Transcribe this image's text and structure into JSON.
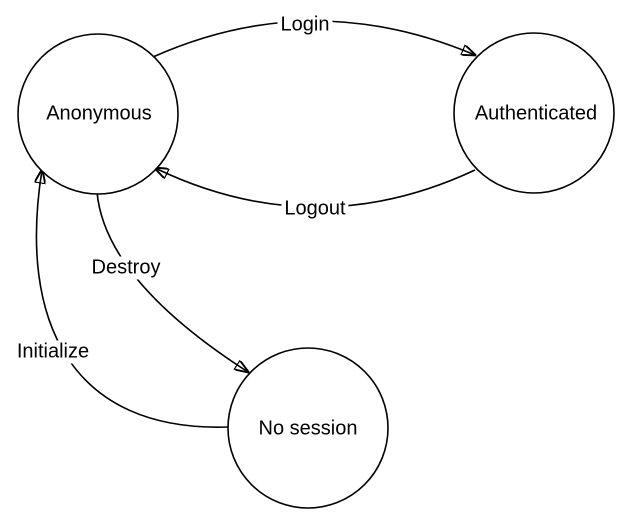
{
  "canvas": {
    "background": "#ffffff",
    "stroke_color": "#000000",
    "text_color": "#000000"
  },
  "states": [
    {
      "id": "anonymous",
      "label": "Anonymous"
    },
    {
      "id": "authenticated",
      "label": "Authenticated"
    },
    {
      "id": "no_session",
      "label": "No session"
    }
  ],
  "transitions": [
    {
      "id": "login",
      "label": "Login",
      "from": "Anonymous",
      "to": "Authenticated"
    },
    {
      "id": "logout",
      "label": "Logout",
      "from": "Authenticated",
      "to": "Anonymous"
    },
    {
      "id": "destroy",
      "label": "Destroy",
      "from": "Anonymous",
      "to": "No session"
    },
    {
      "id": "initialize",
      "label": "Initialize",
      "from": "No session",
      "to": "Anonymous"
    }
  ]
}
